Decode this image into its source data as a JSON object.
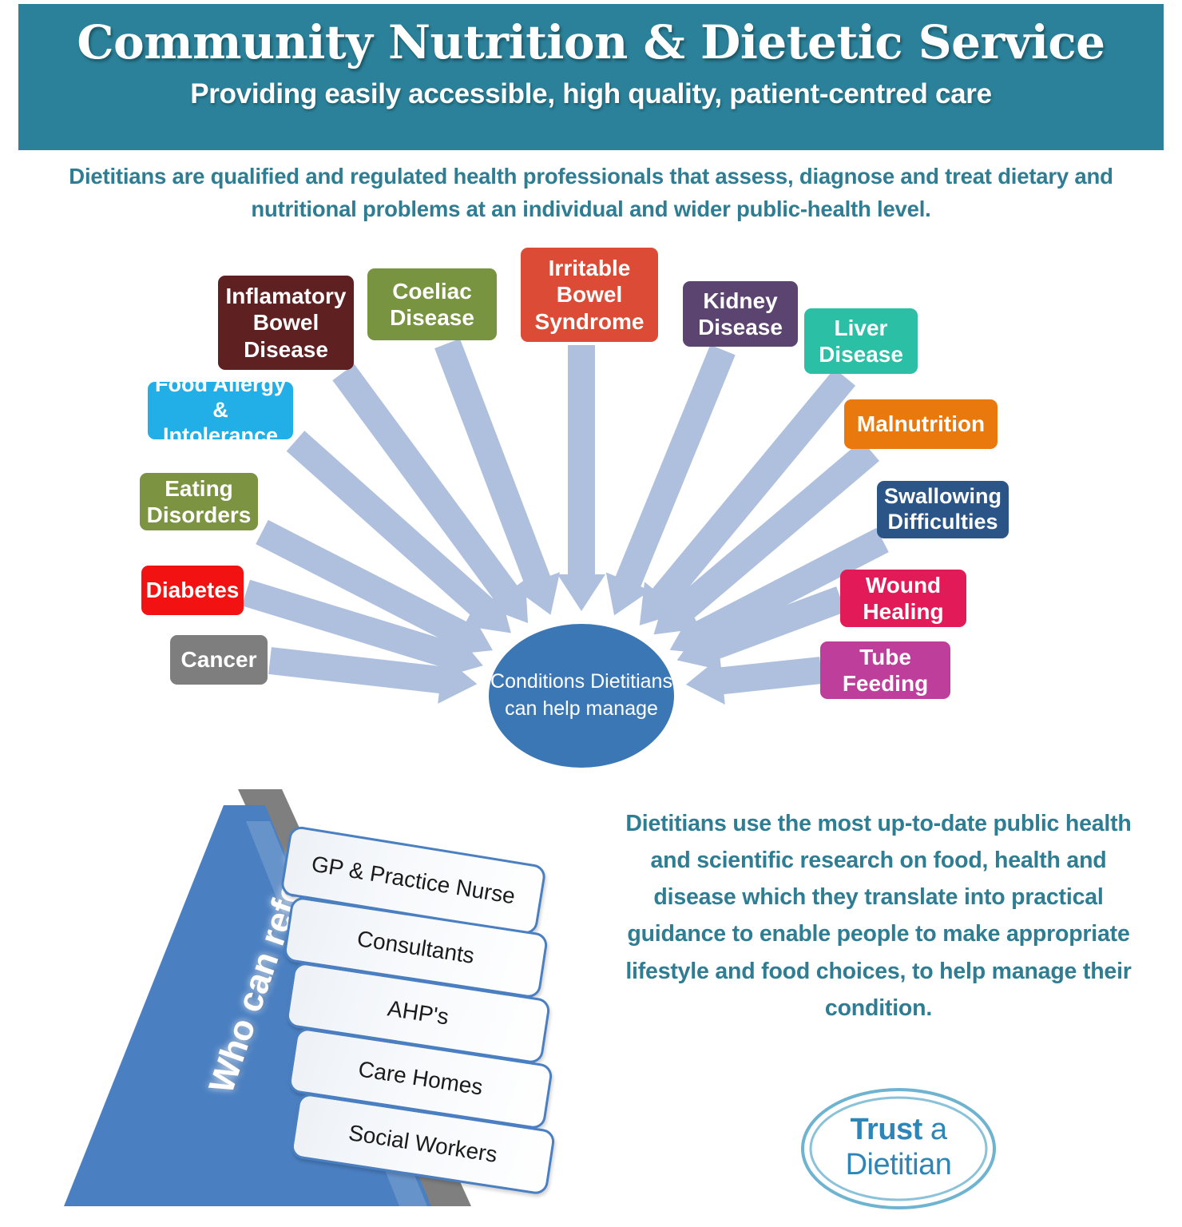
{
  "header": {
    "title": "Community Nutrition & Dietetic Service",
    "subtitle": "Providing easily accessible, high quality, patient-centred care",
    "band_color": "#2A8199"
  },
  "intro": {
    "text": "Dietitians are qualified and regulated health professionals that assess, diagnose and treat dietary and nutritional problems at an individual and wider public-health level.",
    "color": "#2E7D93"
  },
  "diagram": {
    "center_label": "Conditions Dietitians can help manage",
    "center_color": "#3B77B4",
    "arrow_color": "#AEC0DE",
    "conditions": [
      {
        "label": "Inflamatory Bowel Disease",
        "color": "#5E2020"
      },
      {
        "label": "Coeliac Disease",
        "color": "#789440"
      },
      {
        "label": "Irritable Bowel Syndrome",
        "color": "#DC4B35"
      },
      {
        "label": "Kidney Disease",
        "color": "#5B4570"
      },
      {
        "label": "Liver Disease",
        "color": "#2BBFA6"
      },
      {
        "label": "Food Allergy & Intolerance",
        "color": "#22AEE6"
      },
      {
        "label": "Malnutrition",
        "color": "#E9790D"
      },
      {
        "label": "Eating Disorders",
        "color": "#7C9342"
      },
      {
        "label": "Swallowing Difficulties",
        "color": "#2B5587"
      },
      {
        "label": "Diabetes",
        "color": "#F21212"
      },
      {
        "label": "Wound Healing",
        "color": "#E31A58"
      },
      {
        "label": "Cancer",
        "color": "#7E7E7E"
      },
      {
        "label": "Tube Feeding",
        "color": "#BE3F9B"
      }
    ]
  },
  "pyramid": {
    "question": "Who can refer?",
    "fill_color": "#4A7FC1",
    "shadow_color": "#7F7F7F",
    "referrers": [
      {
        "label": "GP & Practice Nurse"
      },
      {
        "label": "Consultants"
      },
      {
        "label": "AHP's"
      },
      {
        "label": "Care Homes"
      },
      {
        "label": "Social Workers"
      }
    ]
  },
  "right_text": {
    "text": "Dietitians use the most up-to-date public health and scientific research on food, health and disease which they translate into practical guidance to enable people to make appropriate lifestyle and food choices, to help manage their condition.",
    "color": "#2E7D93"
  },
  "logo": {
    "line1_bold": "Trust",
    "line1_light": " a",
    "line2": "Dietitian",
    "color": "#2E86B8"
  }
}
